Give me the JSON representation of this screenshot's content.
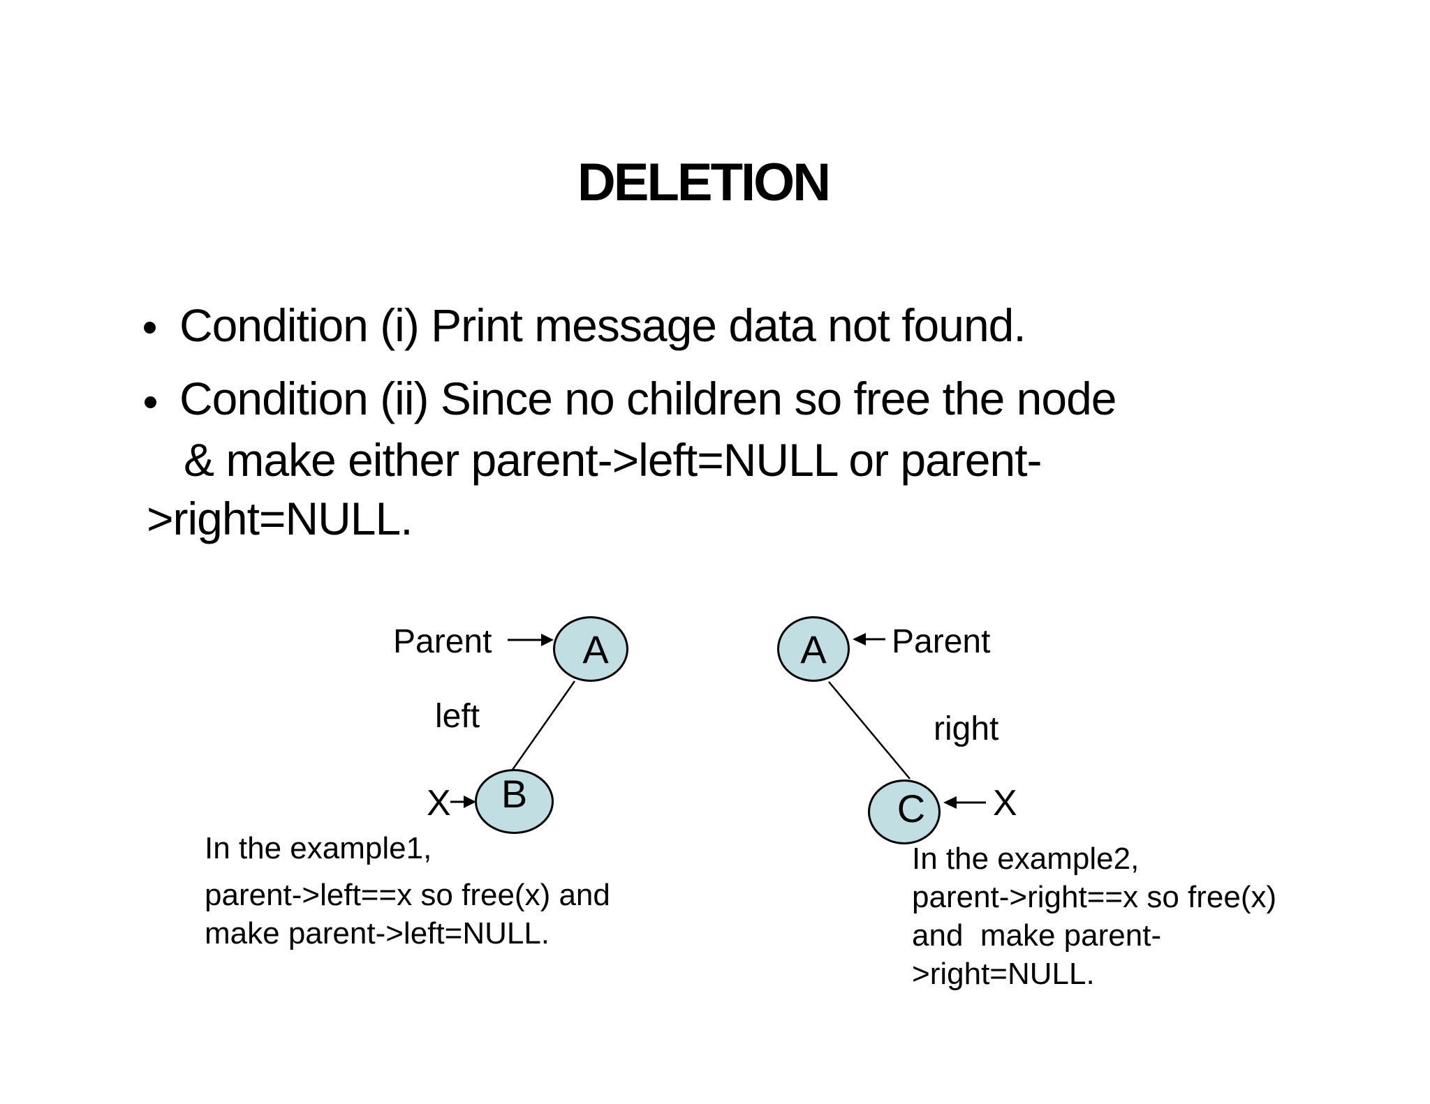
{
  "slide": {
    "title": "DELETION",
    "bullets": [
      {
        "lines": [
          "Condition (i) Print message data not found."
        ]
      },
      {
        "lines": [
          "Condition (ii) Since no children so free the node",
          "& make either parent->left=NULL or parent-",
          ">right=NULL."
        ]
      }
    ]
  },
  "left_diagram": {
    "parent_label": "Parent",
    "edge_label": "left",
    "parent_node": "A",
    "child_node": "B",
    "x_label": "X",
    "caption_lines": [
      "In the example1,",
      "parent->left==x so free(x) and",
      "make parent->left=NULL."
    ]
  },
  "right_diagram": {
    "parent_label": "Parent",
    "edge_label": "right",
    "parent_node": "A",
    "child_node": "C",
    "x_label": "X",
    "caption_lines": [
      "In the example2,",
      "parent->right==x so free(x)",
      "and  make parent-",
      ">right=NULL."
    ]
  },
  "colors": {
    "background": "#ffffff",
    "text": "#000000",
    "node_fill": "#c1dfe3",
    "node_stroke": "#000000"
  }
}
